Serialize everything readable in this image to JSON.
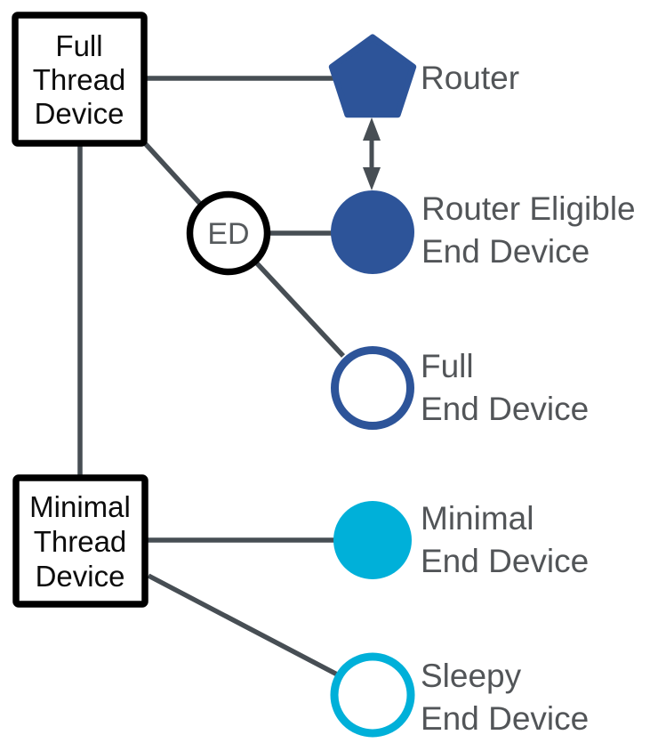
{
  "colors": {
    "blue": "#2d5499",
    "cyan": "#00b0d9",
    "connector": "#474e54",
    "label_gray": "#525558",
    "box_border": "#000000",
    "box_fill": "#ffffff"
  },
  "boxes": {
    "full_thread_device": {
      "line1": "Full",
      "line2": "Thread",
      "line3": "Device"
    },
    "minimal_thread_device": {
      "line1": "Minimal",
      "line2": "Thread",
      "line3": "Device"
    }
  },
  "nodes": {
    "router": {
      "shape": "pentagon",
      "label": "Router"
    },
    "router_eligible_end_device": {
      "shape": "filled-circle",
      "label_line1": "Router Eligible",
      "label_line2": "End Device"
    },
    "full_end_device": {
      "shape": "outlined-circle",
      "label_line1": "Full",
      "label_line2": "End Device"
    },
    "minimal_end_device": {
      "shape": "filled-circle",
      "label_line1": "Minimal",
      "label_line2": "End Device"
    },
    "sleepy_end_device": {
      "shape": "outlined-circle",
      "label_line1": "Sleepy",
      "label_line2": "End Device"
    },
    "ed_badge": {
      "shape": "outlined-circle",
      "label": "ED"
    }
  },
  "edges": {
    "ftd_to_router": "plain-line",
    "ftd_to_ed": "plain-line",
    "ftd_to_mtd": "plain-line",
    "ed_to_reed": "plain-line",
    "ed_to_fed": "plain-line",
    "mtd_to_med": "plain-line",
    "mtd_to_sed": "plain-line",
    "router_to_reed": "double-arrow"
  }
}
